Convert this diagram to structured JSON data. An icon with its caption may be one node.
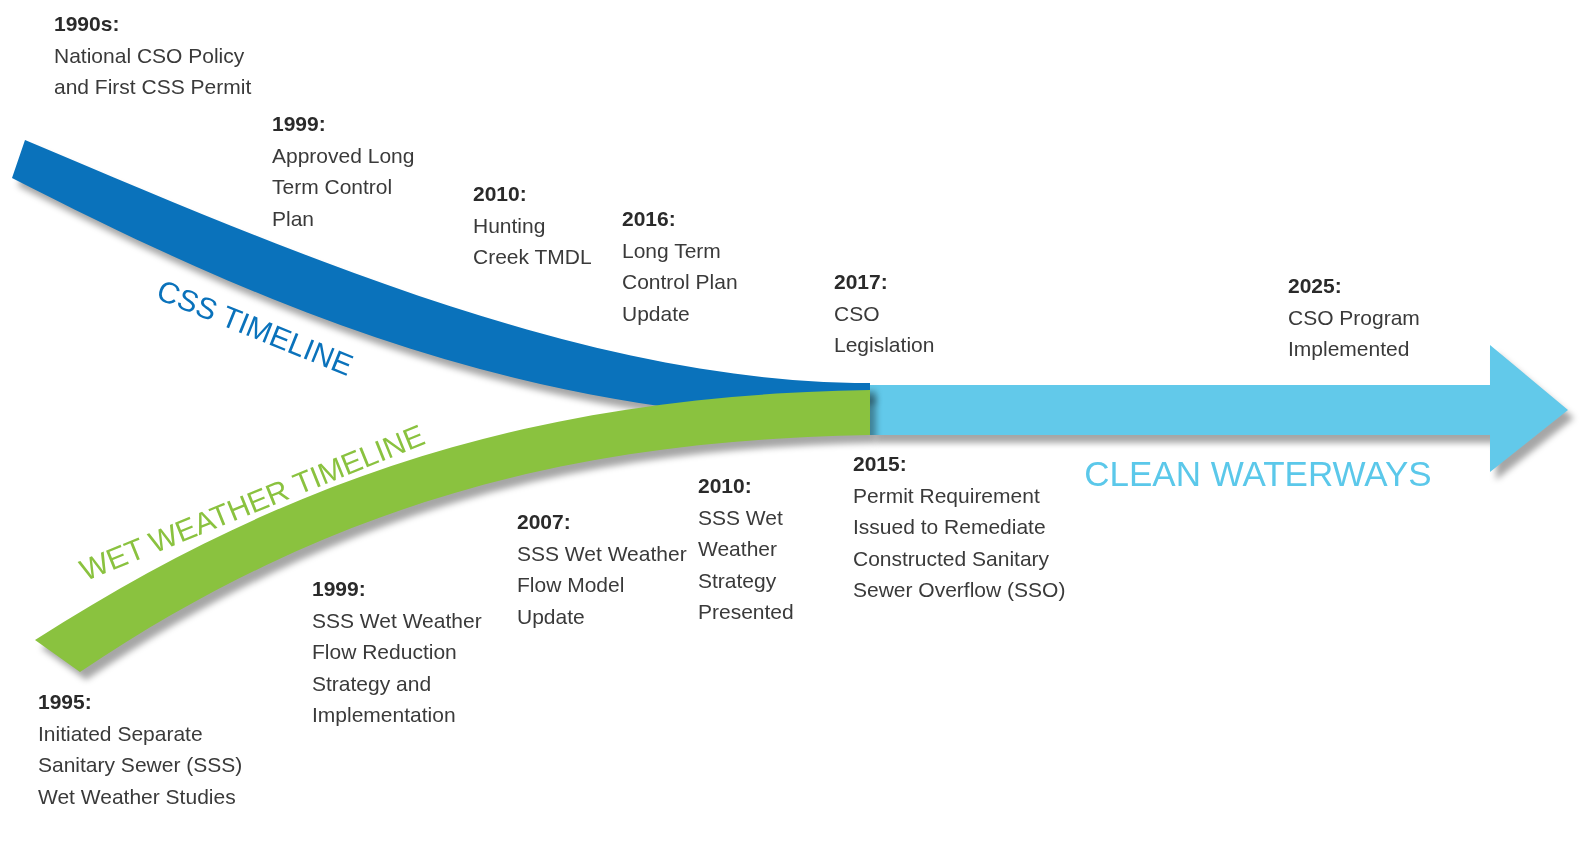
{
  "diagram": {
    "nodes": [
      {
        "text": [
          "CSS TIMELINE"
        ]
      },
      {
        "text": [
          "WET WEATHER TIMELINE"
        ]
      },
      {
        "text": [
          "CLEAN WATERWAYS"
        ]
      }
    ],
    "labels": [
      "**1990s:** National CSO Policy and First CSS Permit",
      "**1999:** Approved Long Term Control Plan",
      "**2010:** Hunting Creek TMDL",
      "**2016:** Long Term Control Plan Update",
      "**2017:** CSO Legislation",
      "**2025:** CSO Program Implemented",
      "**2015:** Permit Requirement Issued to Remediate Constructed Sanitary Sewer Overflow (SSO)",
      "**2010:** SSS Wet Weather Strategy Presented",
      "**2007:** SSS Wet Weather Flow Model Update",
      "**1999:** SSS Wet Weather Flow Reduction Strategy and Implementation",
      "**1995:** Initiated Separate Sanitary Sewer (SSS) Wet Weather Studies"
    ]
  }
}
